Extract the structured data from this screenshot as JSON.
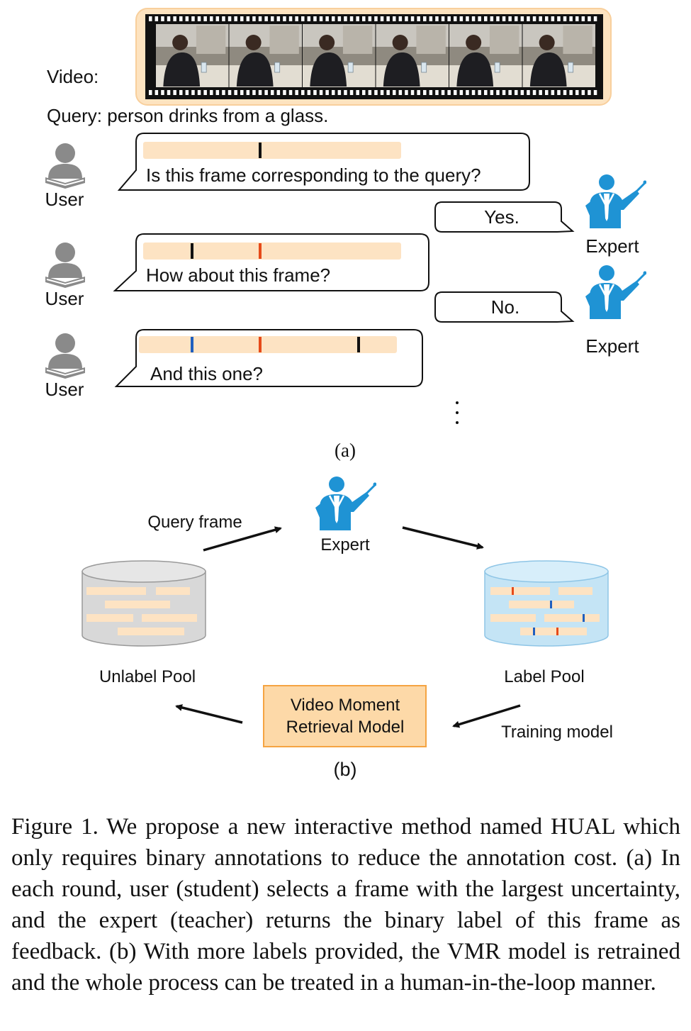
{
  "part_a": {
    "video_label": "Video:",
    "query": "Query: person drinks from a glass.",
    "user_label": "User",
    "expert_label": "Expert",
    "bubbles": [
      "Is this frame corresponding to the query?",
      "How about this frame?",
      "And this one?"
    ],
    "replies": [
      "Yes.",
      "No."
    ],
    "ellipsis": "⋮",
    "sublabel": "(a)"
  },
  "part_b": {
    "query_frame": "Query frame",
    "expert_label": "Expert",
    "unlabel_pool": "Unlabel Pool",
    "label_pool": "Label Pool",
    "model_line1": "Video Moment",
    "model_line2": "Retrieval Model",
    "training_model": "Training model",
    "sublabel": "(b)"
  },
  "caption": "Figure 1.  We propose a new interactive method named HUAL which only requires binary annotations to reduce the annotation cost.  (a) In each round, user (student) selects a frame with the largest uncertainty, and the expert (teacher) returns the binary label of this frame as feedback.  (b) With more labels provided, the VMR model is retrained and the whole process can be treated in a human-in-the-loop manner.",
  "colors": {
    "expert_blue": "#1f93d4",
    "user_gray": "#8a8a8a",
    "timeline_fill": "#fde3c3",
    "video_frame_bg": "#fde3c0",
    "model_box_fill": "#fdd9a8",
    "model_box_border": "#f5a442",
    "marker_black": "#111111",
    "marker_red": "#e64a19",
    "marker_blue": "#1f5fbf",
    "label_pool_fill": "#c4e4f5",
    "unlabel_pool_fill": "#d8d8d8"
  }
}
